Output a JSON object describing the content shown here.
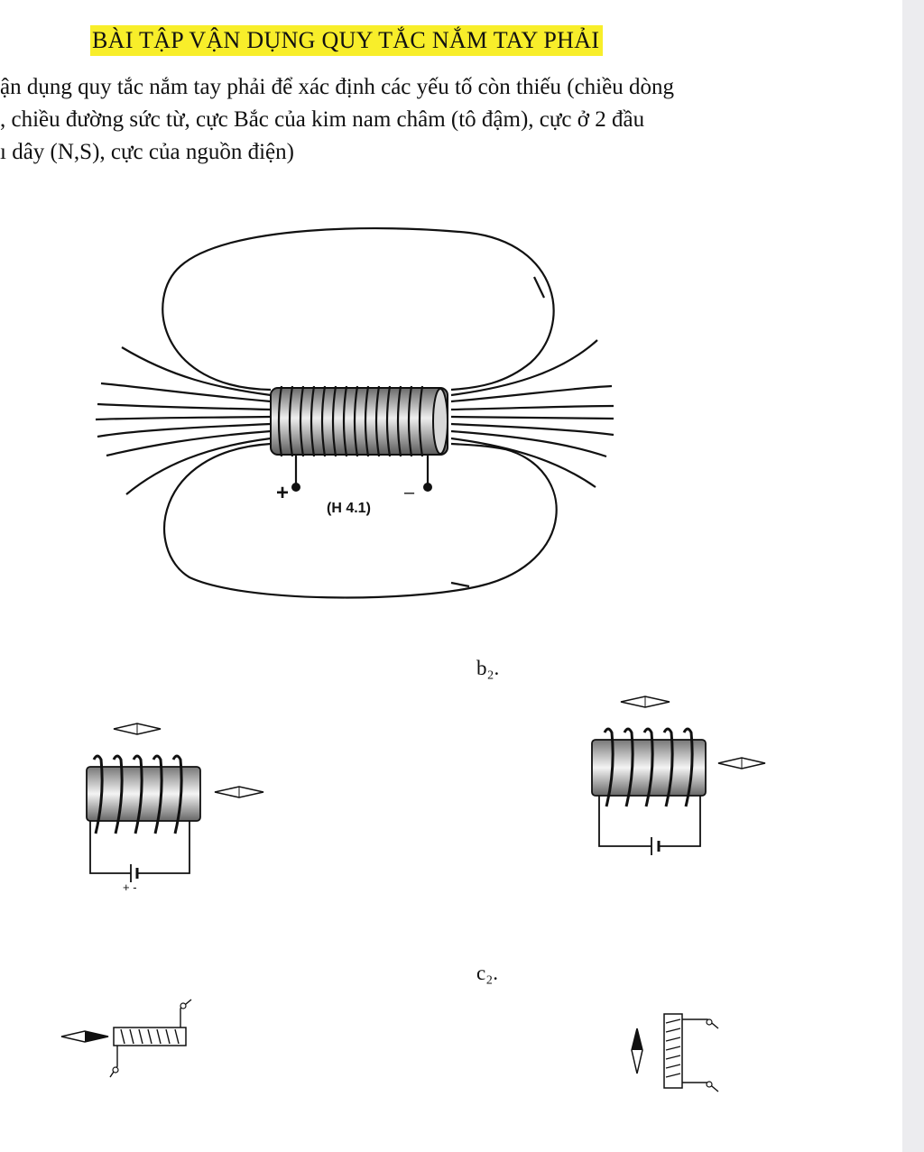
{
  "document": {
    "title": "BÀI TẬP VẬN DỤNG QUY TẮC NẮM TAY PHẢI",
    "instruction_lines": [
      "ận dụng quy tắc nắm tay phải để xác định các yếu tố còn thiếu (chiều dòng",
      ", chiều đường sức từ, cực Bắc của kim nam châm (tô đậm), cực ở 2 đầu",
      "ı dây (N,S), cực của nguồn điện)"
    ]
  },
  "figure_main": {
    "label": "(H 4.1)",
    "plus_sign": "+",
    "minus_sign": "–"
  },
  "section_b2": {
    "label": "b₂.",
    "left_battery_signs": "+ -"
  },
  "section_c2": {
    "label": "c₂."
  }
}
